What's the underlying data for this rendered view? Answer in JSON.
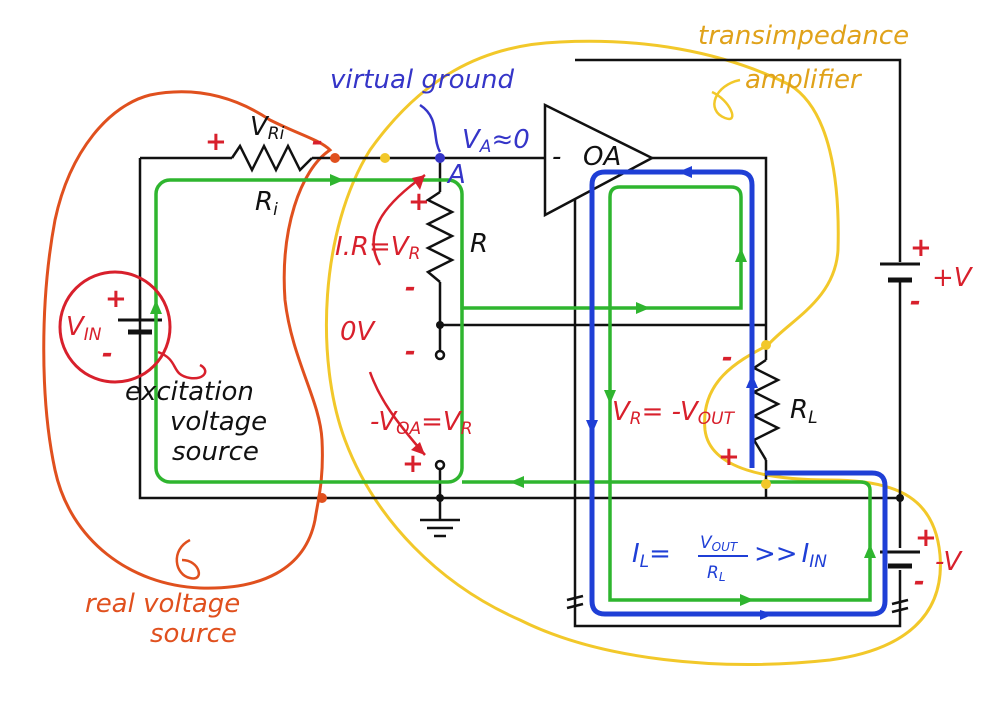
{
  "labels": {
    "transimpedance": "transimpedance",
    "amplifier": "amplifier",
    "virtual_ground": "virtual ground",
    "va": "V",
    "va_sub": "A",
    "va_approx": "≈0",
    "node_a": "A",
    "opamp_minus": "-",
    "opamp": "OA",
    "vri": "V",
    "vri_sub": "Ri",
    "ri": "R",
    "ri_sub": "i",
    "ir_vr_a": "I.R=V",
    "ir_vr_sub": "R",
    "r": "R",
    "zero_v": "0V",
    "voa_a": "-V",
    "voa_sub": "OA",
    "voa_b": "=V",
    "voa_sub2": "R",
    "vin": "V",
    "vin_sub": "IN",
    "excitation": "excitation",
    "voltage": "voltage",
    "source": "source",
    "real_voltage": "real voltage",
    "real_source": "source",
    "vr_eq_a": "V",
    "vr_eq_sub": "R",
    "vr_eq_b": "= -V",
    "vr_eq_sub2": "OUT",
    "rl": "R",
    "rl_sub": "L",
    "plus_v": "+V",
    "minus_v": "-V",
    "il": "I",
    "il_sub": "L",
    "il_eq": "=",
    "il_num": "V",
    "il_num_sub": "OUT",
    "il_den": "R",
    "il_den_sub": "L",
    "il_gg": ">>",
    "il_iin": "I",
    "il_iin_sub": "IN",
    "plus": "+",
    "minus": "-"
  },
  "colors": {
    "wire": "#111111",
    "green_path": "#2fb52f",
    "blue_path": "#1f3fd6",
    "red_label": "#d8202c",
    "orange_outline": "#e0501e",
    "yellow_outline": "#f2c82a",
    "violet_label": "#3535c8",
    "amber_label": "#e0a21a"
  }
}
